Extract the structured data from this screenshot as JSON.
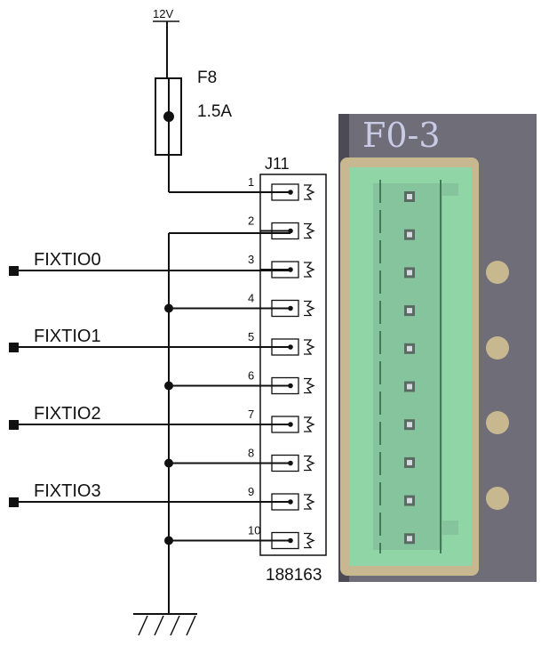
{
  "power": {
    "label": "12V"
  },
  "fuse": {
    "ref": "F8",
    "rating": "1.5A"
  },
  "connector": {
    "ref": "J11",
    "part": "188163",
    "pins": [
      "1",
      "2",
      "3",
      "4",
      "5",
      "6",
      "7",
      "8",
      "9",
      "10"
    ]
  },
  "nets": [
    {
      "name": "FIXTIO0",
      "pin": "3"
    },
    {
      "name": "FIXTIO1",
      "pin": "5"
    },
    {
      "name": "FIXTIO2",
      "pin": "7"
    },
    {
      "name": "FIXTIO3",
      "pin": "9"
    }
  ],
  "board": {
    "title": "F0-3",
    "colors": {
      "panel": "#6e6d78",
      "frame": "#c8b890",
      "block": "#8fd5a6",
      "pad": "#d6d9e2",
      "hole": "#c8b890"
    }
  }
}
